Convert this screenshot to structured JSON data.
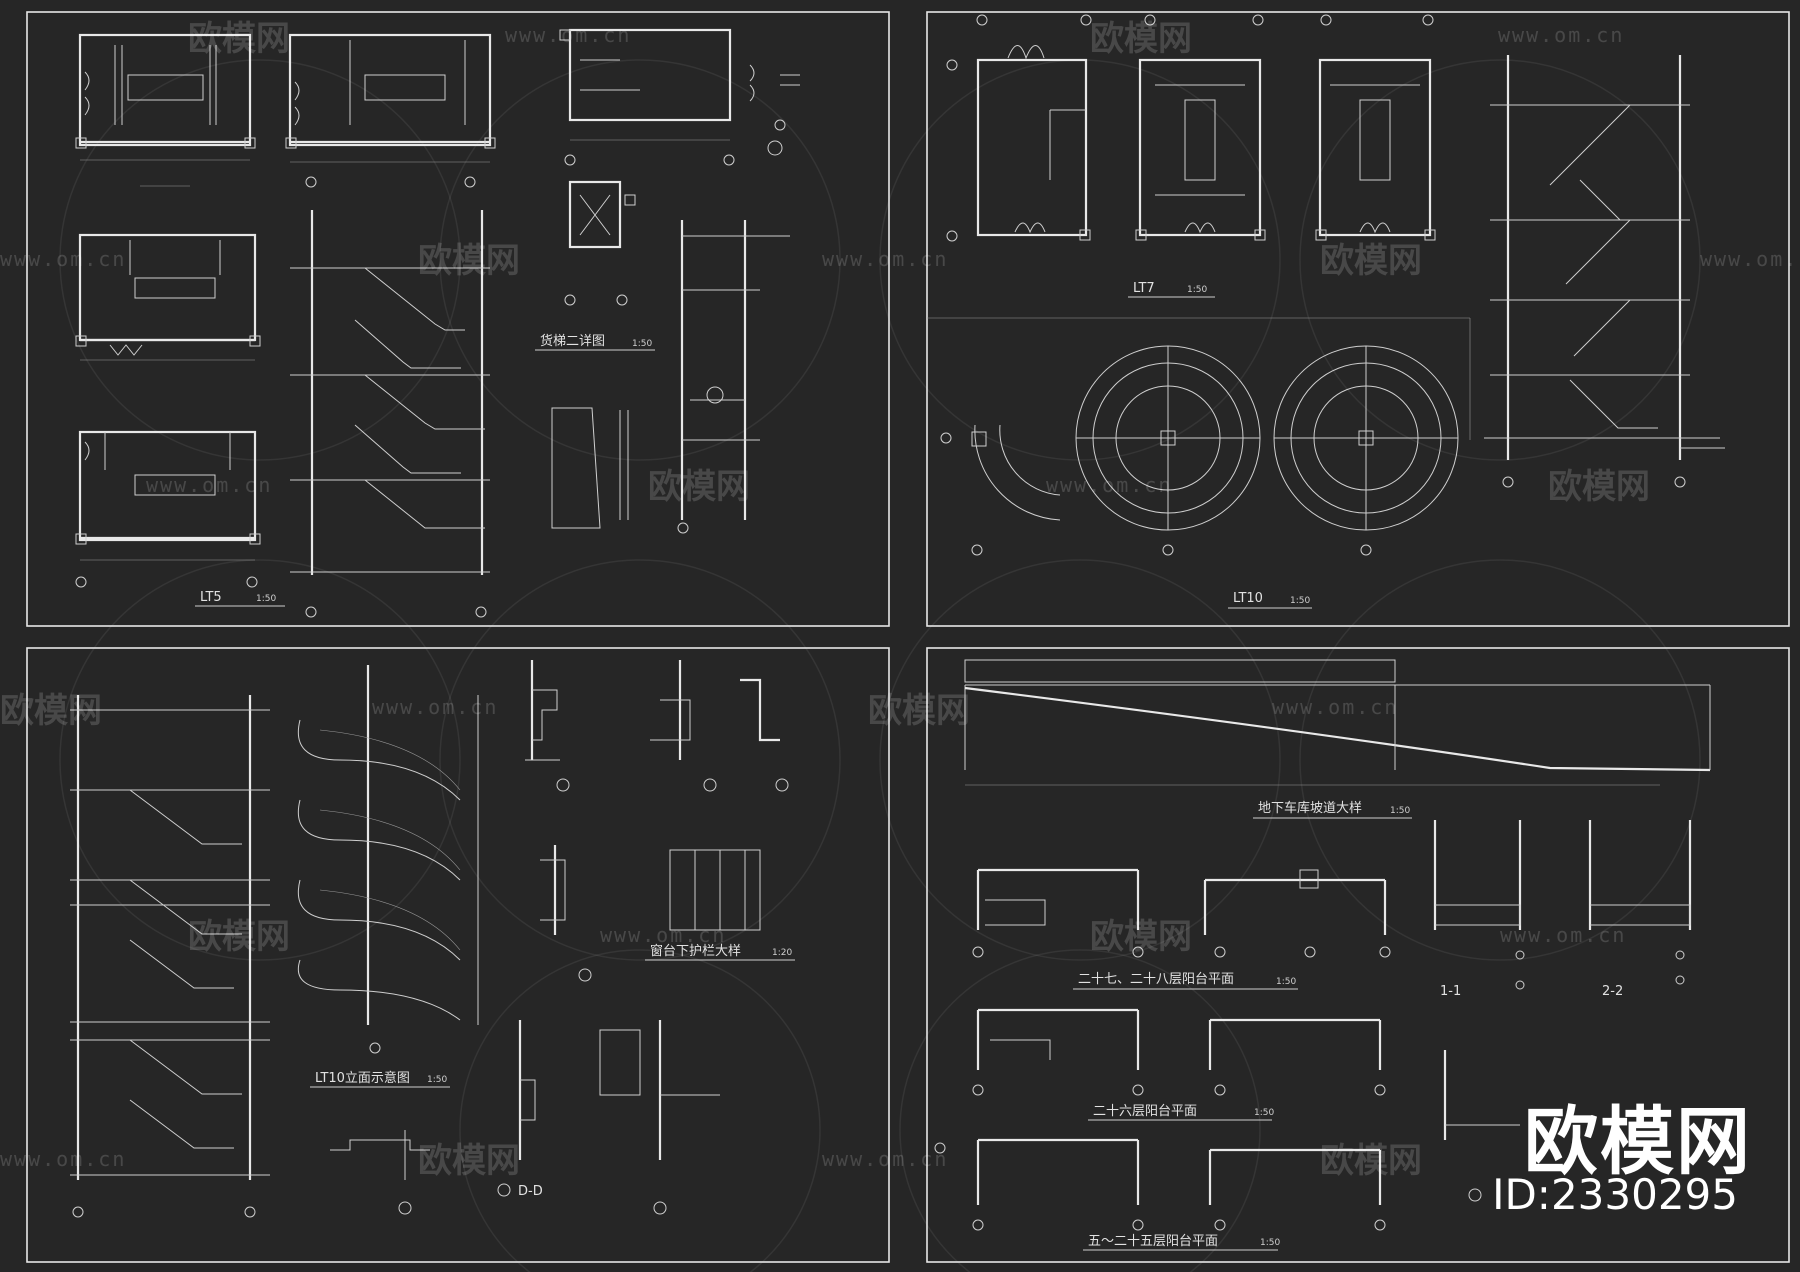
{
  "brand": {
    "logo": "欧模网",
    "id": "ID:2330295"
  },
  "watermark": {
    "text": "欧模网",
    "url": "www.om.cn",
    "url_short": "www.om.cn"
  },
  "sheets": [
    {
      "drawings": [
        {
          "title": "LT5",
          "scale": "1:50"
        },
        {
          "title": "货梯二详图",
          "scale": "1:50"
        }
      ]
    },
    {
      "drawings": [
        {
          "title": "LT7",
          "scale": "1:50"
        },
        {
          "title": "LT10",
          "scale": "1:50"
        }
      ]
    },
    {
      "drawings": [
        {
          "title": "LT10立面示意图",
          "scale": "1:50"
        },
        {
          "title": "窗台下护栏大样",
          "scale": "1:20"
        },
        {
          "title": "D-D",
          "scale": ""
        }
      ]
    },
    {
      "drawings": [
        {
          "title": "地下车库坡道大样",
          "scale": "1:50"
        },
        {
          "title": "二十七、二十八层阳台平面",
          "scale": "1:50"
        },
        {
          "title": "二十六层阳台平面",
          "scale": "1:50"
        },
        {
          "title": "五～二十五层阳台平面",
          "scale": "1:50"
        },
        {
          "title": "1-1",
          "scale": ""
        },
        {
          "title": "2-2",
          "scale": ""
        }
      ]
    }
  ]
}
